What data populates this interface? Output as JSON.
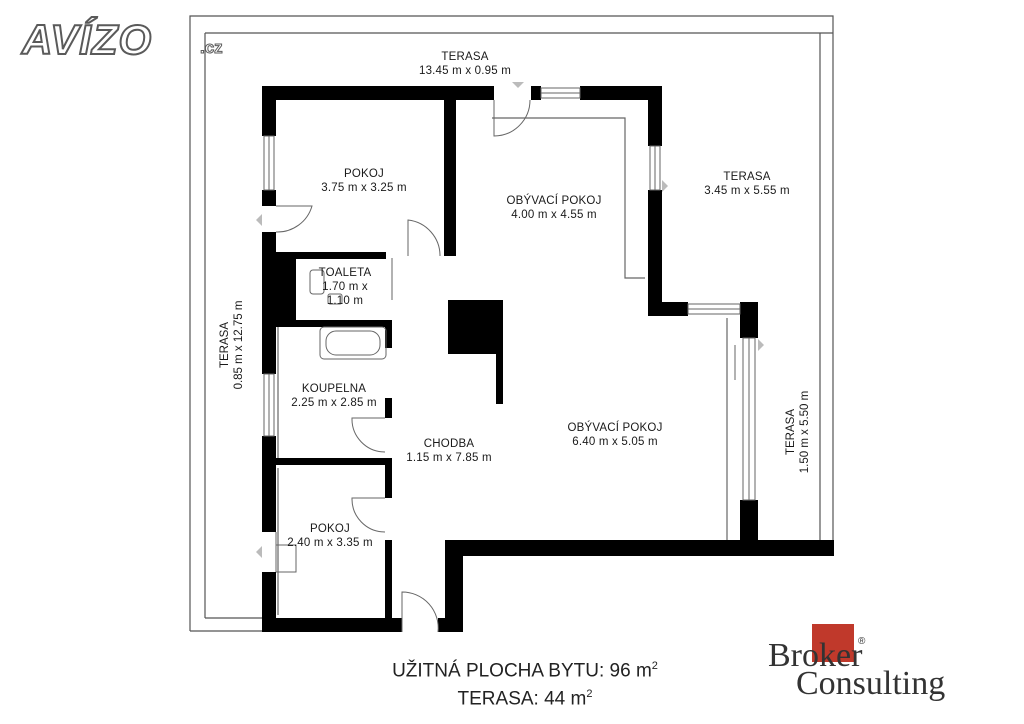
{
  "logo": {
    "brand": "AVÍZO",
    "suffix": ".cz"
  },
  "rooms": [
    {
      "id": "terasa-top",
      "name": "TERASA",
      "size": "13.45 m x 0.95 m"
    },
    {
      "id": "pokoj-1",
      "name": "POKOJ",
      "size": "3.75 m x 3.25 m"
    },
    {
      "id": "obyvaci-1",
      "name": "OBÝVACÍ POKOJ",
      "size": "4.00 m x 4.55 m"
    },
    {
      "id": "terasa-right-top",
      "name": "TERASA",
      "size": "3.45 m x 5.55 m"
    },
    {
      "id": "toaleta",
      "name": "TOALETA",
      "size": "1.70 m x",
      "size2": "1.10 m"
    },
    {
      "id": "koupelna",
      "name": "KOUPELNA",
      "size": "2.25 m x 2.85 m"
    },
    {
      "id": "chodba",
      "name": "CHODBA",
      "size": "1.15 m x 7.85 m"
    },
    {
      "id": "obyvaci-2",
      "name": "OBÝVACÍ POKOJ",
      "size": "6.40 m x 5.05 m"
    },
    {
      "id": "pokoj-2",
      "name": "POKOJ",
      "size": "2.40 m x 3.35 m"
    },
    {
      "id": "terasa-left",
      "name": "TERASA",
      "size": "0.85 m x 12.75 m"
    },
    {
      "id": "terasa-right",
      "name": "TERASA",
      "size": "1.50 m x 5.50 m"
    }
  ],
  "footer": {
    "usable_label": "UŽITNÁ PLOCHA BYTU:",
    "usable_value": "96 m",
    "terrace_label": "TERASA:",
    "terrace_value": "44 m",
    "sq_unit": "2"
  },
  "broker": {
    "line1": "Broker",
    "line2": "Consulting",
    "reg": "®"
  },
  "colors": {
    "wall": "#000000",
    "outline": "#555555",
    "door": "#666666",
    "accent": "#c0392b"
  }
}
